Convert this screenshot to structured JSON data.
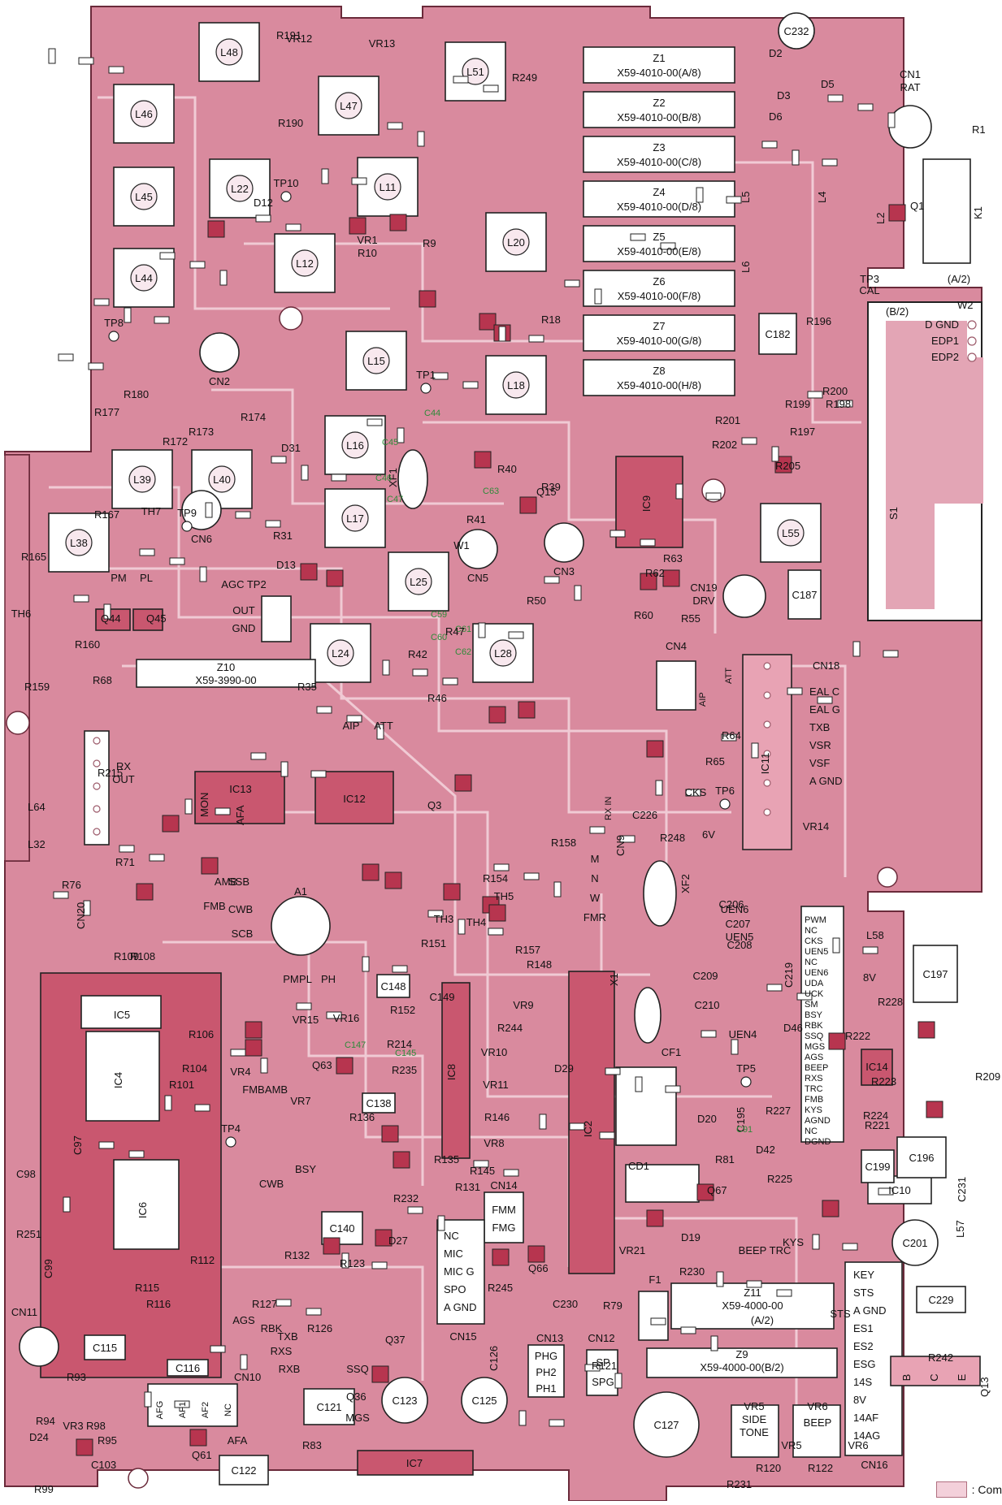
{
  "legend": {
    "text": ": Com"
  },
  "board": {
    "colors": {
      "board": "#d98a9e",
      "board_dark": "#c46a82",
      "trace": "#f3d0da",
      "ic": "#c9576f",
      "silk": "#111111",
      "green": "#2f8a3a"
    },
    "filters": [
      {
        "ref": "Z1",
        "part": "X59-4010-00(A/8)"
      },
      {
        "ref": "Z2",
        "part": "X59-4010-00(B/8)"
      },
      {
        "ref": "Z3",
        "part": "X59-4010-00(C/8)"
      },
      {
        "ref": "Z4",
        "part": "X59-4010-00(D/8)"
      },
      {
        "ref": "Z5",
        "part": "X59-4010-00(E/8)"
      },
      {
        "ref": "Z6",
        "part": "X59-4010-00(F/8)"
      },
      {
        "ref": "Z7",
        "part": "X59-4010-00(G/8)"
      },
      {
        "ref": "Z8",
        "part": "X59-4010-00(H/8)"
      }
    ],
    "z10": {
      "ref": "Z10",
      "part": "X59-3990-00"
    },
    "z11": {
      "ref": "Z11",
      "part": "X59-4000-00",
      "sub": "(A/2)"
    },
    "z9": {
      "ref": "Z9",
      "part": "X59-4000-00(B/2)"
    },
    "inductors": [
      "L48",
      "L46",
      "L45",
      "L44",
      "L47",
      "L22",
      "L11",
      "L12",
      "L51",
      "L20",
      "L15",
      "L18",
      "L16",
      "L17",
      "L39",
      "L40",
      "L38",
      "L25",
      "L24",
      "L28",
      "L55",
      "L64",
      "L32",
      "L58",
      "L57",
      "L5",
      "L4",
      "L6",
      "L2"
    ],
    "cn1": {
      "ref": "CN1",
      "name": "RAT"
    },
    "tp3": {
      "ref": "TP3",
      "name": "CAL"
    },
    "sheet_a": "(A/2)",
    "sheet_b": "(B/2)",
    "w2": {
      "ref": "W2",
      "pins": [
        "D GND",
        "EDP1",
        "EDP2"
      ]
    },
    "s1": "S1",
    "k1": "K1",
    "cn18": {
      "ref": "CN18",
      "pins": [
        "EAL C",
        "EAL G",
        "TXB",
        "VSR",
        "VSF",
        "A GND"
      ]
    },
    "ic11": "IC11",
    "ic9": "IC9",
    "ic12": "IC12",
    "ic13": "IC13",
    "ic2": "IC2",
    "ic4": "IC4",
    "ic5": "IC5",
    "ic6": "IC6",
    "ic7": "IC7",
    "ic8": "IC8",
    "ic10": "IC10",
    "ic14": "IC14",
    "xf1": "XF1",
    "xf2": "XF2",
    "x1": "X1",
    "a1": "A1",
    "rx_out": {
      "line1": "RX",
      "line2": "OUT"
    },
    "rx_in": {
      "line1": "RX",
      "line2": "IN"
    },
    "tp2": {
      "ref": "AGC TP2",
      "pins": [
        "OUT",
        "GND"
      ]
    },
    "cn4": {
      "ref": "CN4",
      "labels": [
        "AIP",
        "ATT"
      ]
    },
    "cn19": {
      "ref": "CN19",
      "name": "DRV"
    },
    "cn6": "CN6",
    "cn5": "CN5",
    "cn3": "CN3",
    "cn2": "CN2",
    "cn9": {
      "ref": "CN9",
      "labels": [
        "FMR",
        "W",
        "N",
        "M"
      ]
    },
    "cn14": {
      "ref": "CN14",
      "pins": [
        "FMM",
        "FMG"
      ]
    },
    "cn15": {
      "ref": "CN15",
      "pins": [
        "NC",
        "MIC",
        "MIC G",
        "SPO",
        "A GND"
      ]
    },
    "cn13": {
      "ref": "CN13",
      "pins": [
        "PHG",
        "PH2",
        "PH1"
      ]
    },
    "cn12": {
      "ref": "CN12",
      "pins": [
        "SP",
        "SPG"
      ]
    },
    "cn10": {
      "ref": "CN10",
      "pins": [
        "AFG",
        "AF1",
        "AF2",
        "NC"
      ],
      "extra": "AFA"
    },
    "cn11": "CN11",
    "cn16": {
      "ref": "CN16",
      "pins": [
        "KEY",
        "STS",
        "A GND",
        "ES1",
        "ES2",
        "ESG",
        "14S",
        "8V",
        "14AF",
        "14AG"
      ]
    },
    "cn20": "CN20",
    "q13": {
      "ref": "Q13",
      "pins": [
        "B",
        "C",
        "E"
      ]
    },
    "ic_pins_right": [
      "PWM",
      "NC",
      "CKS",
      "UEN5",
      "NC",
      "UEN6",
      "UDA",
      "UCK",
      "SM",
      "BSY",
      "RBK",
      "SSQ",
      "MGS",
      "AGS",
      "BEEP",
      "RXS",
      "TRC",
      "FMB",
      "KYS",
      "AGND",
      "NC",
      "DGND"
    ],
    "test_points": [
      "TP1",
      "TP4",
      "TP5",
      "TP6",
      "TP8",
      "TP9",
      "TP10"
    ],
    "tp6_labels": {
      "cks": "CKS",
      "v6": "6V"
    },
    "cf1": "CF1",
    "cd1": "CD1",
    "f1": "F1",
    "vr_list": [
      "VR1",
      "VR3",
      "VR4",
      "VR5",
      "VR6",
      "VR7",
      "VR8",
      "VR9",
      "VR10",
      "VR11",
      "VR12",
      "VR13",
      "VR14",
      "VR15",
      "VR16",
      "VR21"
    ],
    "vr5": {
      "ref": "VR5",
      "labels": [
        "SIDE",
        "TONE"
      ]
    },
    "vr6": {
      "ref": "VR6",
      "label": "BEEP"
    },
    "caps": [
      "C232",
      "C123",
      "C125",
      "C127",
      "C201",
      "C229",
      "C197",
      "C196",
      "C199",
      "C187",
      "C182",
      "C148",
      "C149",
      "C138",
      "C140",
      "C121",
      "C122",
      "C115",
      "C116",
      "C98",
      "C97",
      "C99",
      "C103",
      "C226",
      "C206",
      "C207",
      "C208",
      "C209",
      "C210",
      "C219",
      "C230",
      "C126",
      "C147",
      "C145",
      "C44",
      "C45",
      "C46",
      "C47",
      "C59",
      "C60",
      "C61",
      "C62",
      "C63",
      "C91",
      "C195",
      "C231"
    ],
    "misc_labels": [
      "PM",
      "PL",
      "AIP",
      "ATT",
      "MON",
      "AFA",
      "AMB",
      "SSB",
      "FMB",
      "CWB",
      "SCB",
      "FMB",
      "AMB",
      "CWB",
      "BSY",
      "AGS",
      "SSQ",
      "RXB",
      "TXB",
      "RXS",
      "RBK",
      "MGS",
      "BEEP",
      "TRC",
      "KYS",
      "STS",
      "UEN4",
      "UEN5",
      "UEN6",
      "8V",
      "W1",
      "TH4",
      "TH3",
      "TH5",
      "TH6",
      "TH7",
      "PH",
      "PL",
      "PM"
    ],
    "diodes": [
      "D2",
      "D3",
      "D5",
      "D6",
      "D12",
      "D13",
      "D19",
      "D20",
      "D24",
      "D27",
      "D29",
      "D31",
      "D42",
      "D46"
    ],
    "transistors": [
      "Q1",
      "Q3",
      "Q15",
      "Q36",
      "Q37",
      "Q44",
      "Q45",
      "Q61",
      "Q63",
      "Q66",
      "Q67"
    ],
    "resistors": [
      "R1",
      "R9",
      "R10",
      "R18",
      "R31",
      "R35",
      "R39",
      "R40",
      "R41",
      "R42",
      "R46",
      "R47",
      "R50",
      "R55",
      "R60",
      "R62",
      "R63",
      "R64",
      "R65",
      "R68",
      "R71",
      "R76",
      "R79",
      "R81",
      "R83",
      "R93",
      "R94",
      "R95",
      "R98",
      "R99",
      "R101",
      "R104",
      "R106",
      "R108",
      "R109",
      "R112",
      "R115",
      "R116",
      "R120",
      "R121",
      "R122",
      "R123",
      "R126",
      "R127",
      "R131",
      "R132",
      "R135",
      "R136",
      "R145",
      "R146",
      "R148",
      "R151",
      "R152",
      "R154",
      "R157",
      "R158",
      "R159",
      "R160",
      "R165",
      "R167",
      "R172",
      "R173",
      "R174",
      "R177",
      "R180",
      "R190",
      "R191",
      "R196",
      "R197",
      "R198",
      "R199",
      "R200",
      "R201",
      "R202",
      "R205",
      "R209",
      "R214",
      "R215",
      "R221",
      "R222",
      "R223",
      "R224",
      "R225",
      "R227",
      "R228",
      "R230",
      "R231",
      "R232",
      "R235",
      "R242",
      "R244",
      "R245",
      "R248",
      "R249",
      "R251"
    ]
  }
}
